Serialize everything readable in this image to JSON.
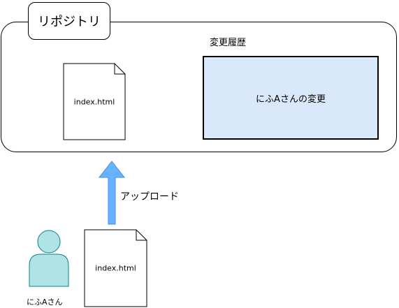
{
  "repository": {
    "label": "リポジトリ",
    "file_name": "index.html",
    "history": {
      "title": "変更履歴",
      "entry": "にふAさんの変更"
    }
  },
  "action": {
    "upload_label": "アップロード"
  },
  "user": {
    "name": "にふAさん",
    "file_name": "index.html"
  },
  "colors": {
    "history_fill": "#dae8fc",
    "arrow_fill": "#66b2ff",
    "person_fill": "#b0e3e6",
    "person_stroke": "#0e8088"
  }
}
